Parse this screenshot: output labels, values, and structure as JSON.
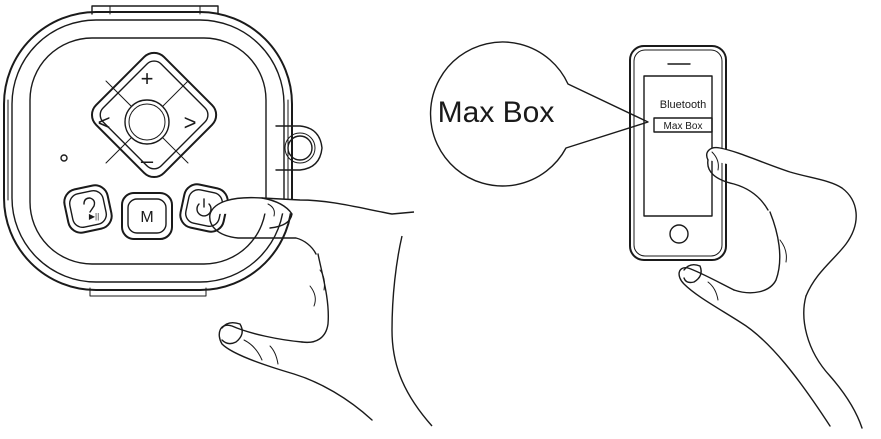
{
  "speaker": {
    "buttons": {
      "volume_up": "+",
      "volume_down": "–",
      "previous": "<",
      "next": ">",
      "mode": "M"
    }
  },
  "phone": {
    "screen_title": "Bluetooth",
    "device_item": "Max Box"
  },
  "callout": {
    "label": "Max Box"
  }
}
